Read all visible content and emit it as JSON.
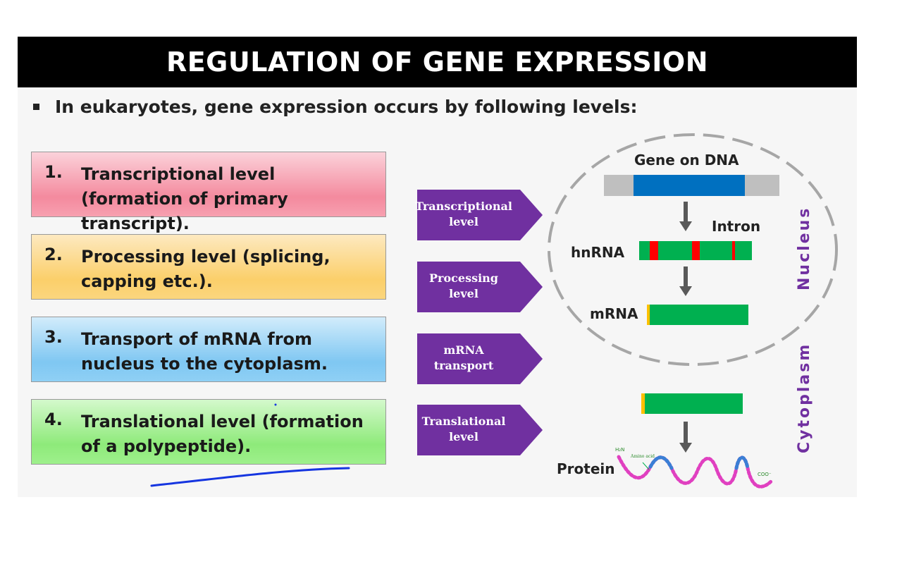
{
  "title": "REGULATION OF GENE EXPRESSION",
  "intro": "In eukaryotes, gene expression occurs by following levels:",
  "levels": [
    {
      "num": "1.",
      "text": "Transcriptional level (formation of primary transcript)."
    },
    {
      "num": "2.",
      "text": "Processing level (splicing, capping etc.)."
    },
    {
      "num": "3.",
      "text": "Transport of mRNA from nucleus to the cytoplasm."
    },
    {
      "num": "4.",
      "text": "Translational level (formation of a polypeptide)."
    }
  ],
  "arrows": [
    {
      "label": "Transcriptional level"
    },
    {
      "label": "Processing level"
    },
    {
      "label": "mRNA transport"
    },
    {
      "label": "Translational level"
    }
  ],
  "diagram": {
    "gene_label": "Gene on DNA",
    "intron_label": "Intron",
    "hnrna_label": "hnRNA",
    "mrna_label": "mRNA",
    "protein_label": "Protein",
    "nucleus_label": "Nucleus",
    "cytoplasm_label": "Cytoplasm",
    "amino_acid_label": "Amino acid",
    "n_terminus": "H₂N",
    "c_terminus": "COO⁻"
  },
  "colors": {
    "box1": "#f7a0b0",
    "box2": "#fbd67e",
    "box3": "#8fd0f5",
    "box4": "#9ef08c",
    "arrow": "#7030a0",
    "gene": "#0070c0",
    "rna": "#00b050",
    "intron": "#ff0000",
    "cap": "#ffc000",
    "protein_pink": "#e040c0",
    "protein_blue": "#3a7fd5"
  }
}
